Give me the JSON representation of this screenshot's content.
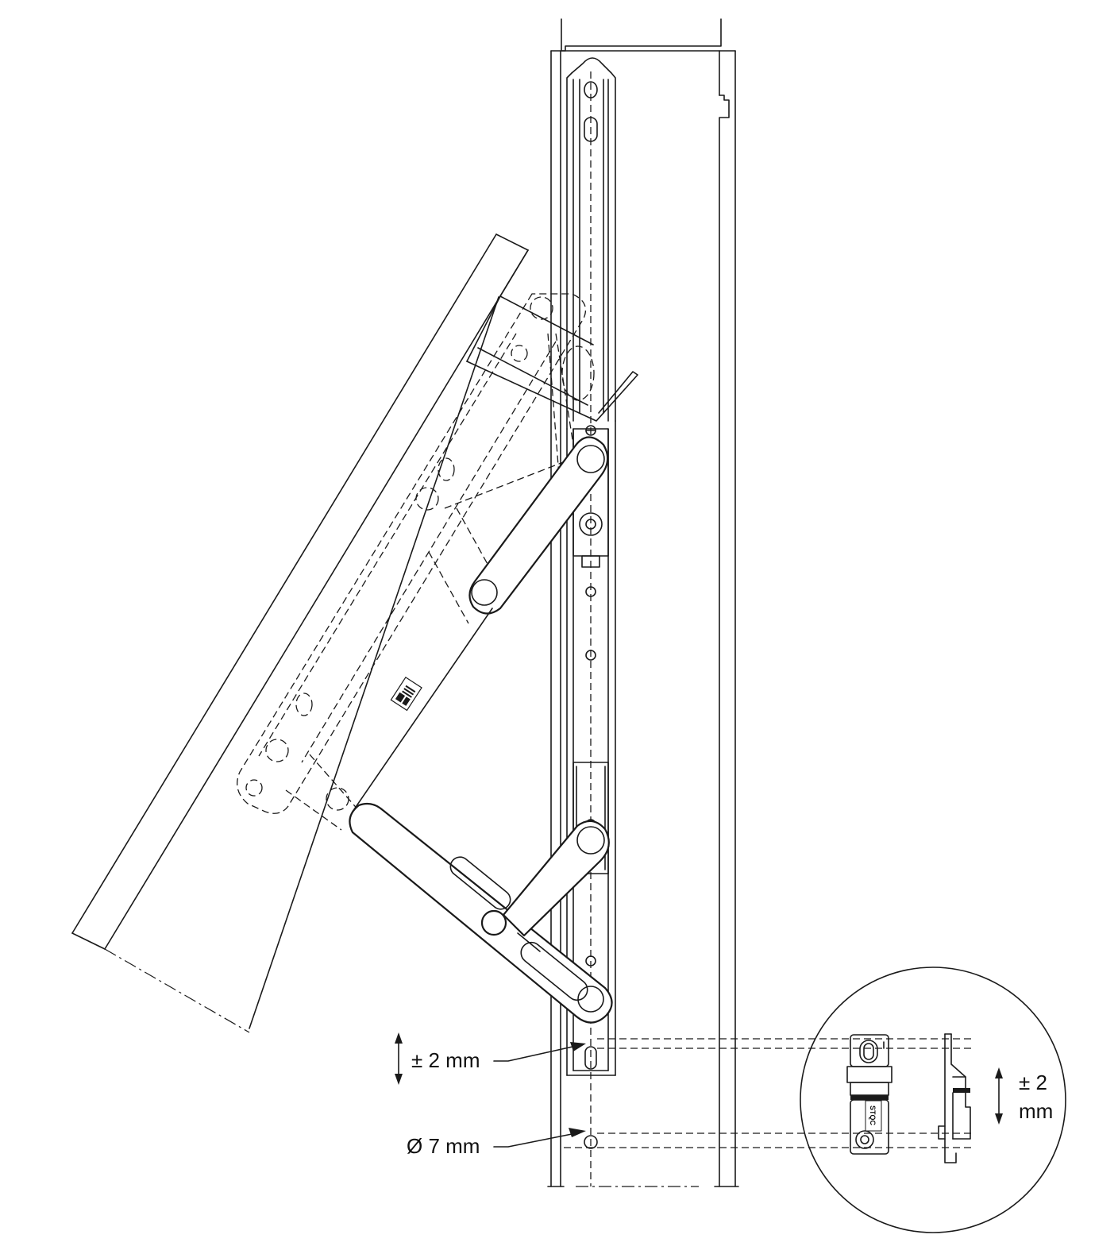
{
  "callouts": {
    "tolerance_main": "± 2 mm",
    "hole_diameter": "Ø 7 mm",
    "detail_tolerance_line1": "± 2",
    "detail_tolerance_line2": "mm",
    "detail_brand": "STQC"
  },
  "colors": {
    "line": "#1a1a1a",
    "background": "#ffffff"
  }
}
